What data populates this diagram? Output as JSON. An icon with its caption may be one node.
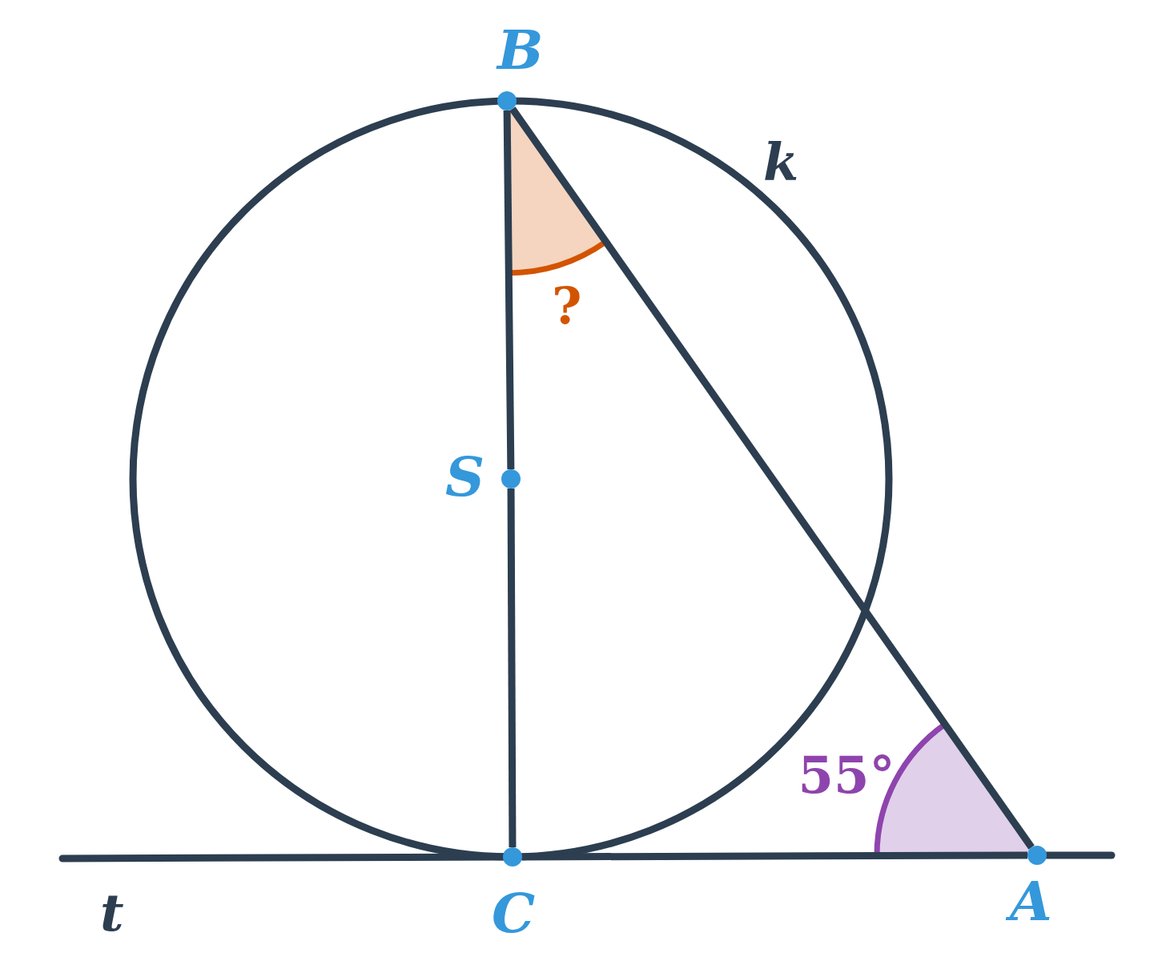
{
  "diagram": {
    "nodes": [
      {
        "text": [
          "B"
        ]
      },
      {
        "text": [
          "S"
        ]
      },
      {
        "text": [
          "C"
        ]
      },
      {
        "text": [
          "A"
        ]
      }
    ],
    "edges": [
      {
        "from": 0,
        "to": 1,
        "arrow": "none"
      },
      {
        "from": 1,
        "to": 2,
        "arrow": "none"
      },
      {
        "from": 0,
        "to": 3,
        "arrow": "none"
      },
      {
        "from": 2,
        "to": 3,
        "arrow": "none"
      }
    ],
    "labels": [
      "k",
      "?",
      "55°",
      "t"
    ]
  }
}
